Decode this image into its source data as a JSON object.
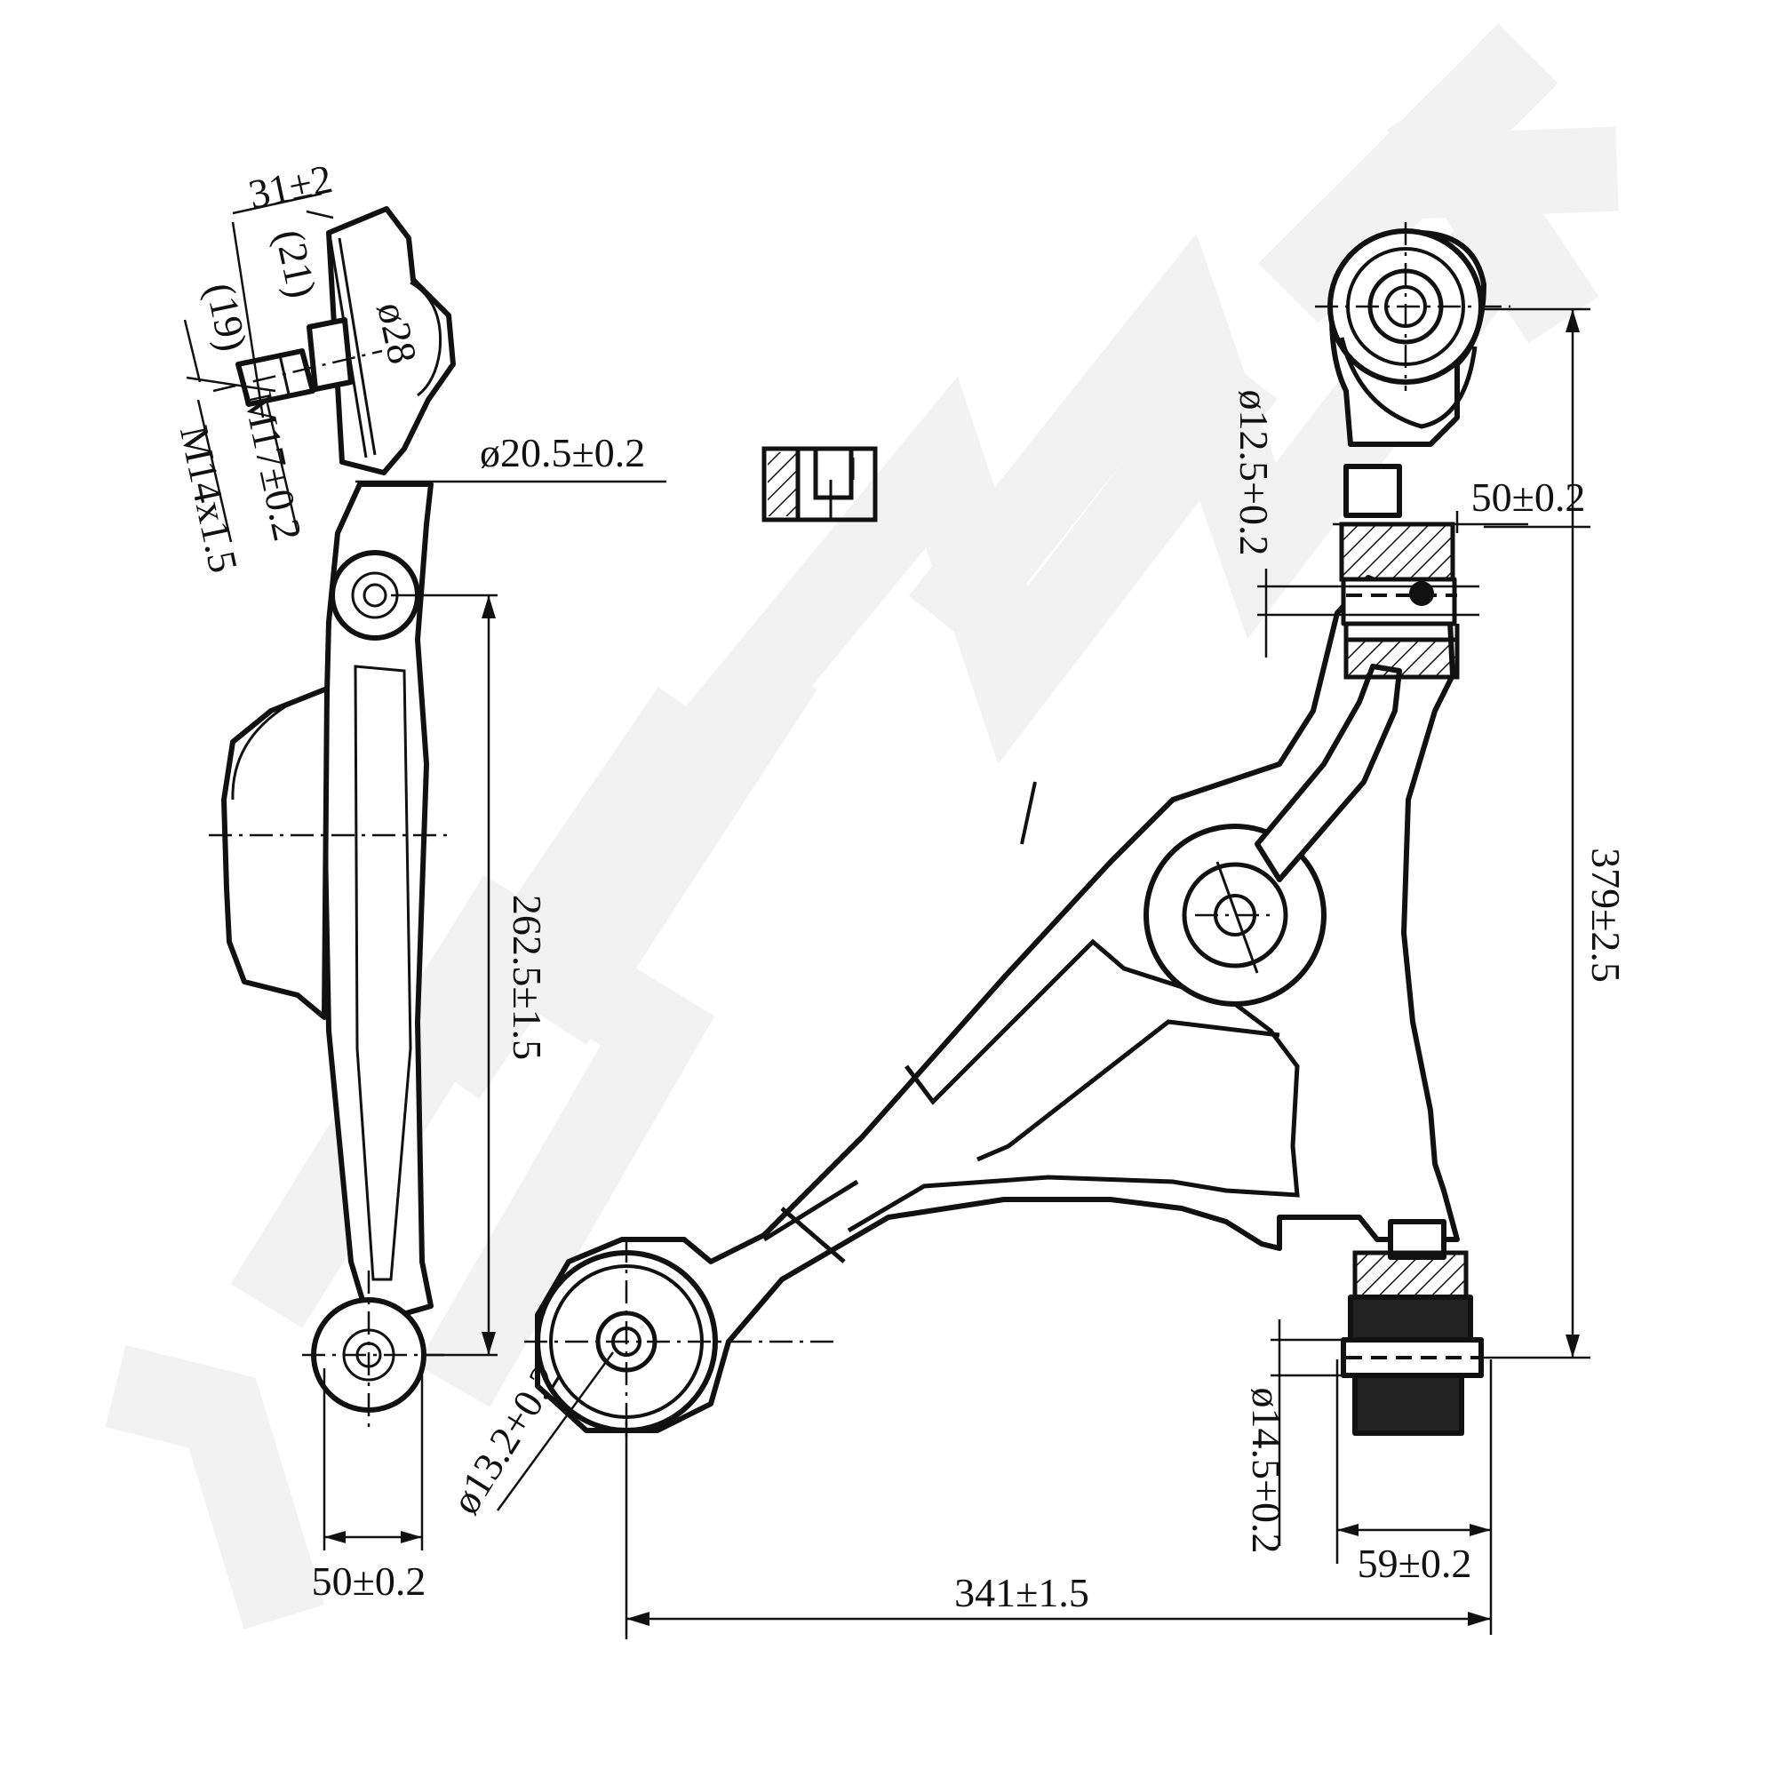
{
  "watermark": {
    "text": "ZENNEK",
    "color": "#f2f2f2"
  },
  "dimensions": {
    "side_view": {
      "flange_width": "31±2",
      "thread_length": "(19)",
      "shank_length": "(21)",
      "flange_diameter": "ø28",
      "shank_thread": "M17±0.2",
      "stud_thread": "M14x1.5",
      "stud_diameter": "ø20.5±0.2",
      "height": "262.5±1.5",
      "bushing_width": "50±0.2"
    },
    "top_view": {
      "front_bushing_bore": "ø12.5+0.2",
      "front_bushing_width": "50±0.2",
      "height": "379±2.5",
      "rear_bushing_bore": "ø14.5+0.2",
      "rear_bushing_width": "59±0.2",
      "ball_joint_bore": "ø13.2+0.2",
      "overall_length": "341±1.5"
    }
  },
  "colors": {
    "line": "#111111",
    "background": "#ffffff"
  }
}
